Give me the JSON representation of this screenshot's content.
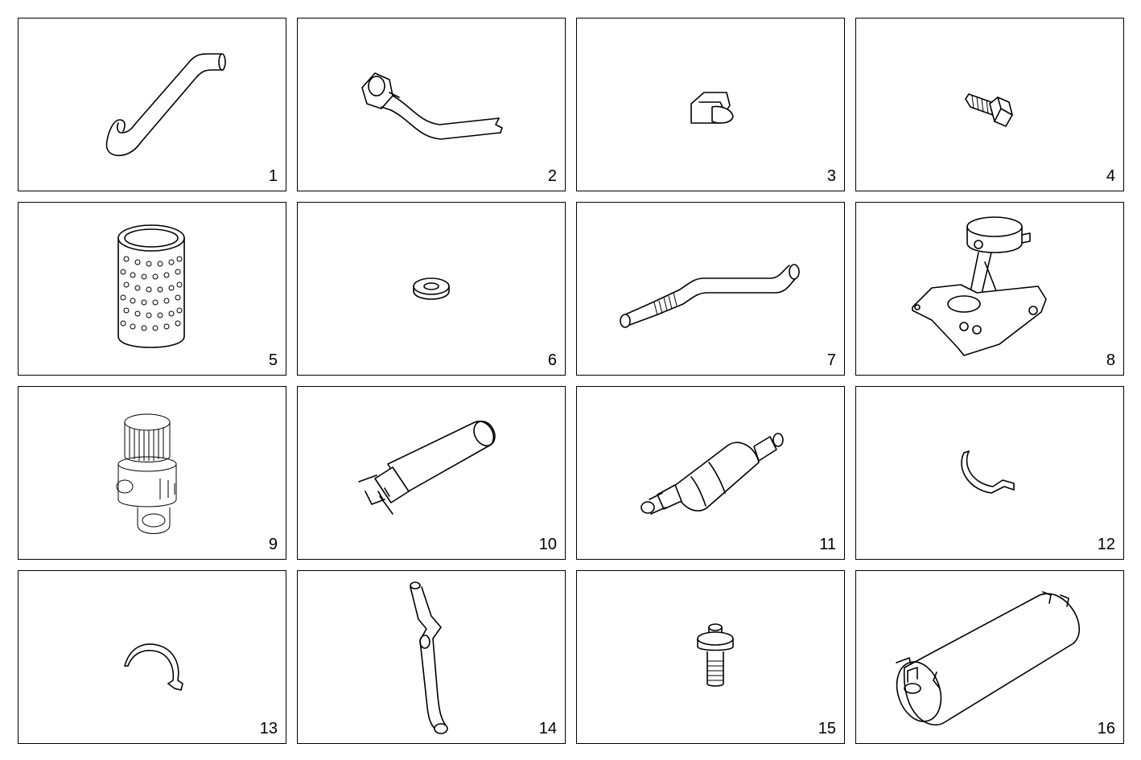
{
  "parts": [
    {
      "number": "1",
      "icon": "bent-hose-icon"
    },
    {
      "number": "2",
      "icon": "hose-with-connector-icon"
    },
    {
      "number": "3",
      "icon": "rubber-grommet-icon"
    },
    {
      "number": "4",
      "icon": "hex-bolt-icon"
    },
    {
      "number": "5",
      "icon": "perforated-filter-cartridge-icon"
    },
    {
      "number": "6",
      "icon": "sealing-washer-icon"
    },
    {
      "number": "7",
      "icon": "corrugated-pipe-icon"
    },
    {
      "number": "8",
      "icon": "pump-bracket-icon"
    },
    {
      "number": "9",
      "icon": "fuel-pump-assembly-icon"
    },
    {
      "number": "10",
      "icon": "electric-fuel-pump-icon"
    },
    {
      "number": "11",
      "icon": "inline-fuel-filter-icon"
    },
    {
      "number": "12",
      "icon": "half-clamp-small-icon"
    },
    {
      "number": "13",
      "icon": "half-clamp-icon"
    },
    {
      "number": "14",
      "icon": "long-bent-hose-icon"
    },
    {
      "number": "15",
      "icon": "valve-fitting-icon"
    },
    {
      "number": "16",
      "icon": "canister-tank-icon"
    }
  ]
}
